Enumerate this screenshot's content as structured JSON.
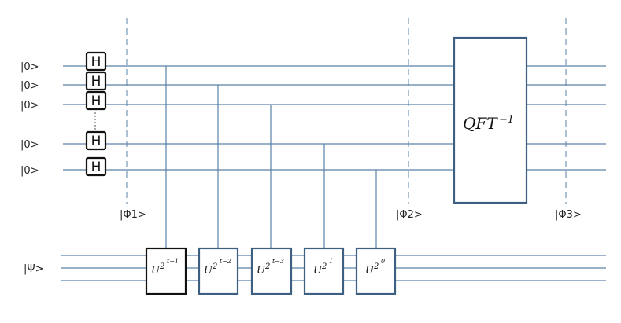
{
  "qubit_labels": [
    "|0>",
    "|0>",
    "|0>",
    "|0>",
    "|0>"
  ],
  "hadamard_label": "H",
  "psi_label": "|Ψ>",
  "phase_markers": [
    "|Φ1>",
    "|Φ2>",
    "|Φ3>"
  ],
  "controlled_gates": [
    {
      "base": "U",
      "exp": "2",
      "sup": "t−1"
    },
    {
      "base": "U",
      "exp": "2",
      "sup": "t−2"
    },
    {
      "base": "U",
      "exp": "2",
      "sup": "t−3"
    },
    {
      "base": "U",
      "exp": "2",
      "sup": "1"
    },
    {
      "base": "U",
      "exp": "2",
      "sup": "0"
    }
  ],
  "qft_label": "QFT",
  "qft_sup": "−1",
  "colors": {
    "wire": "#5a82a8",
    "dash": "#5a82a8",
    "gate_border": "#3d5f82",
    "first_gate_border": "#111111"
  }
}
